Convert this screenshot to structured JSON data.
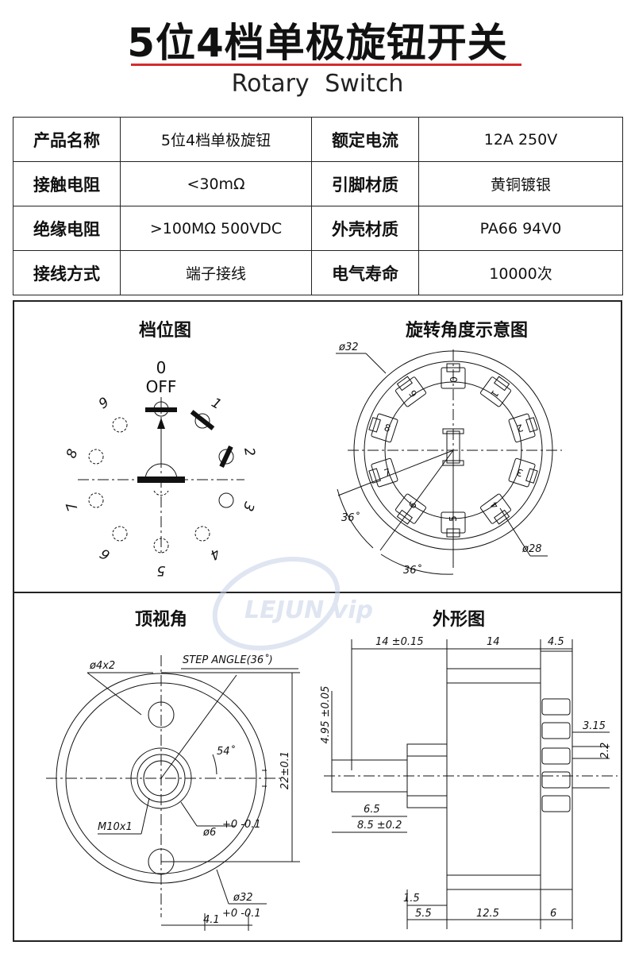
{
  "header": {
    "title": "5位4档单极旋钮开关",
    "subtitle": "Rotary   Switch"
  },
  "specs": [
    {
      "label1": "产品名称",
      "value1": "5位4档单极旋钮",
      "label2": "额定电流",
      "value2": "12A  250V"
    },
    {
      "label1": "接触电阻",
      "value1": "<30mΩ",
      "label2": "引脚材质",
      "value2": "黄铜镀银"
    },
    {
      "label1": "绝缘电阻",
      "value1": ">100MΩ 500VDC",
      "label2": "外壳材质",
      "value2": "PA66 94V0"
    },
    {
      "label1": "接线方式",
      "value1": "端子接线",
      "label2": "电气寿命",
      "value2": "10000次"
    }
  ],
  "sections": {
    "position_diagram": "档位图",
    "rotation_diagram": "旋转角度示意图",
    "top_view": "顶视角",
    "outline": "外形图"
  },
  "position_labels": {
    "zero": "0",
    "off": "OFF",
    "p1": "1",
    "p2": "2",
    "p3": "3",
    "p4": "4",
    "p5": "5",
    "p6": "6",
    "p7": "7",
    "p8": "8",
    "p9": "9"
  },
  "rotation_labels": {
    "d32": "ø32",
    "d28": "ø28",
    "angle_a": "36˚",
    "angle_b": "36˚",
    "n0": "0",
    "n1": "1",
    "n2": "2",
    "n3": "3",
    "n4": "4",
    "n5": "5",
    "n6": "6",
    "n7": "7",
    "n8": "8",
    "n9": "9"
  },
  "topview_labels": {
    "holes": "ø4x2",
    "step": "STEP ANGLE(36˚)",
    "angle": "54˚",
    "thread": "M10x1",
    "shaft": "ø6",
    "shaft_tol": "+0 -0.1",
    "outer": "ø32",
    "height": "22±0.1",
    "flat": "4.1",
    "flat_tol": "+0 -0.1"
  },
  "outline_labels": {
    "d1": "14 ±0.15",
    "d2": "14",
    "d3": "4.5",
    "d4": "4.95 ±0.05",
    "d5": "3.15",
    "d6": "2.2",
    "d7": "6.5",
    "d8": "8.5 ±0.2",
    "d9": "1.5",
    "d10": "5.5",
    "d11": "12.5",
    "d12": "6"
  },
  "watermark": "LEJUN vip",
  "colors": {
    "accent_line": "#d42c2c",
    "ink": "#111111",
    "watermark": "#c5d0e6"
  }
}
